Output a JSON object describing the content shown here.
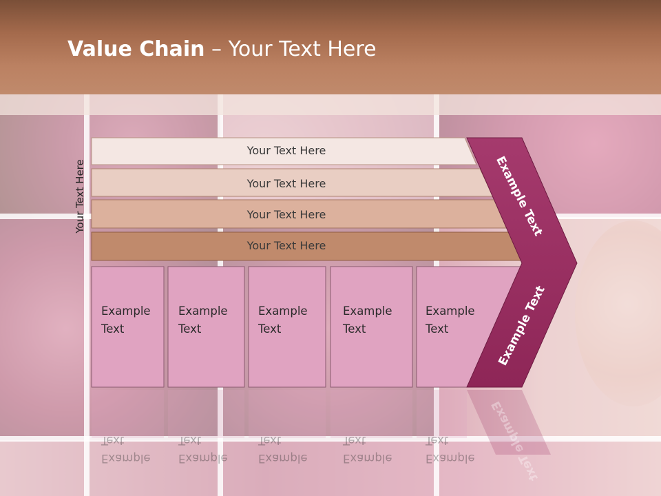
{
  "slide": {
    "title_bold": "Value Chain",
    "title_rest": " – Your Text Here",
    "side_label": "Your Text Here",
    "bars": [
      {
        "label": "Your Text Here",
        "color": "#f4e7e3"
      },
      {
        "label": "Your Text Here",
        "color": "#e9cec3"
      },
      {
        "label": "Your Text Here",
        "color": "#dcb19d"
      },
      {
        "label": "Your Text Here",
        "color": "#c08a6c"
      }
    ],
    "cells": [
      {
        "label": "Example\nText"
      },
      {
        "label": "Example\nText"
      },
      {
        "label": "Example\nText"
      },
      {
        "label": "Example\nText"
      },
      {
        "label": "Example\nText"
      }
    ],
    "chevron_top": "Example Text",
    "chevron_bottom": "Example Text",
    "colors": {
      "header": "#a46a4c",
      "cell_fill": "#e0a3c1",
      "chevron": "#9c2f63"
    }
  }
}
